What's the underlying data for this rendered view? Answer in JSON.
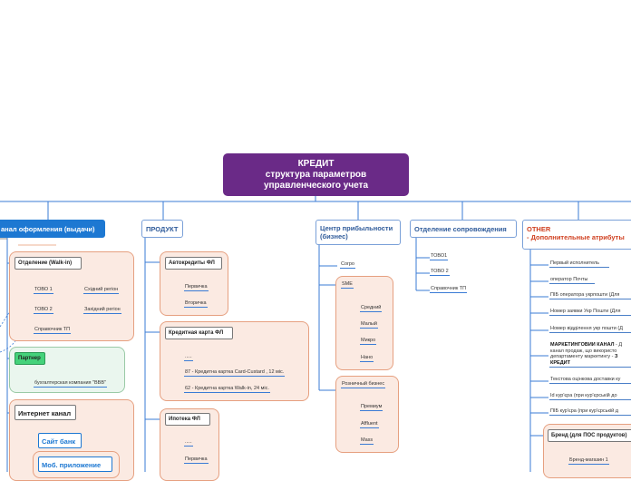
{
  "root": {
    "line1": "КРЕДИТ",
    "line2": "структура параметров",
    "line3": "управленческого учета"
  },
  "colors": {
    "root": "#6a2a87",
    "accent_blue": "#1d78d2",
    "panel_peach": "#fbeae2",
    "panel_green": "#eaf6ee",
    "other_red": "#d04020"
  },
  "channel": {
    "title": "анал оформления (выдачи)",
    "walkin": {
      "title": "Отделение (Walk-in)",
      "items": [
        "ТОВО 1",
        "ТОВО 2",
        "Справочник ТП"
      ],
      "regions": [
        "Східний регіон",
        "Західний регіон"
      ]
    },
    "partner": {
      "title": "Партнер",
      "item": "бухгалтерская компания \"ВВВ\""
    },
    "internet": {
      "title": "Интернет канал",
      "site": "Сайт банк",
      "mobile": "Моб. приложение"
    }
  },
  "product": {
    "title": "ПРОДУКТ",
    "auto": {
      "title": "Автокредиты ФЛ",
      "items": [
        "Первичка",
        "Вторичка"
      ]
    },
    "card": {
      "title": "Кредитная карта ФЛ",
      "items": [
        ".....",
        "87 - Кредитна картка Card-Custard , 12 міс.",
        "62 - Кредитна картка Walk-in, 24 міс."
      ]
    },
    "mortgage": {
      "title": "Ипотека ФЛ",
      "items": [
        ".....",
        "Первичка"
      ]
    }
  },
  "profit": {
    "title": "Центр прибыльности (бизнес)",
    "corpo": "Corpo",
    "sme": {
      "title": "SME",
      "items": [
        "Средний",
        "Малый",
        "Микро",
        "Нано"
      ]
    },
    "retail": {
      "title": "Розничный бизнес",
      "items": [
        "Премиум",
        "Affluent",
        "Mass"
      ]
    }
  },
  "support": {
    "title": "Отделение сопровождения",
    "items": [
      "ТОВО1",
      "ТОВО 2",
      "Справочник ТП"
    ]
  },
  "other": {
    "title1": "OTHER",
    "title2": "- Дополнительные атрибуты",
    "items": [
      "Первый исполнитель",
      "оператор Почты",
      "ПІБ оператора укрпошти (Для",
      "Номер заявки Укр Пошти (Для",
      "Номер відділення укр пошти (Д"
    ],
    "marketing": {
      "bold1": "МАРКЕТИНГОВИЙ КАНАЛ",
      "text": " - Д канал продаж, що використо департаменту маркетингу - ",
      "bold2": "З",
      "bold3": "КРЕДИТ"
    },
    "items2": [
      "Текстова оцінкова доставки ку",
      "Id кур'єра (при кур'єрській до",
      "ПІБ кур'єра (при кур'єрській д"
    ],
    "brand": {
      "title": "Бренд (для ПОС продуктов)",
      "item": "Бренд-магазин 1"
    }
  }
}
